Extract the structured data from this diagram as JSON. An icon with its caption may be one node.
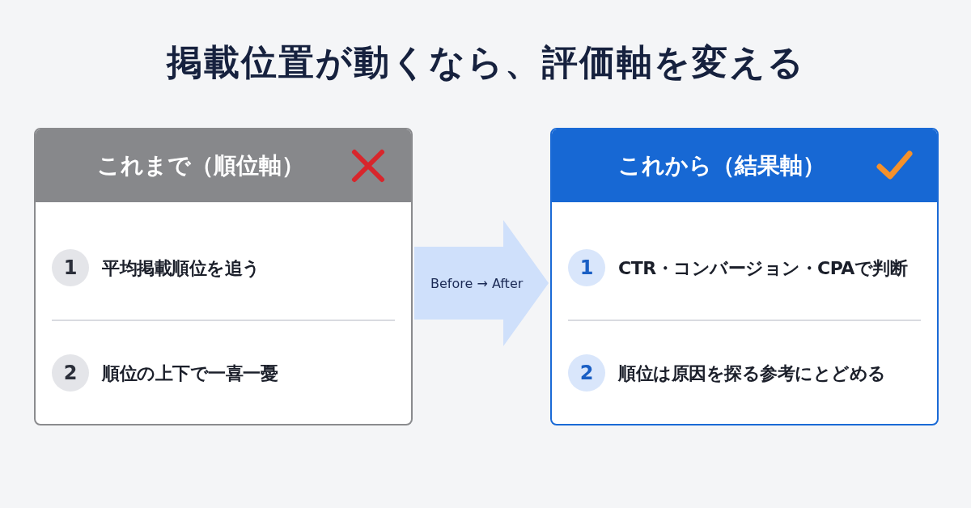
{
  "diagram": {
    "title": "掲載位置が動くなら、評価軸を変える",
    "nodes": [
      {
        "text": [
          "これまで（順位軸）"
        ]
      },
      {
        "text": [
          "1",
          "平均掲載順位を追う"
        ],
        "in": 0
      },
      {
        "text": [
          "2",
          "順位の上下で一喜一憂"
        ],
        "in": 0
      },
      {
        "text": [
          "これから（結果軸）"
        ]
      },
      {
        "text": [
          "1",
          "CTR・コンバージョン・CPAで判断"
        ],
        "in": 3
      },
      {
        "text": [
          "2",
          "順位は原因を探る参考にとどめる"
        ],
        "in": 3
      }
    ],
    "edges": [
      {
        "from": 0,
        "to": 3,
        "arrow": "to",
        "label": "Before → After"
      }
    ]
  }
}
